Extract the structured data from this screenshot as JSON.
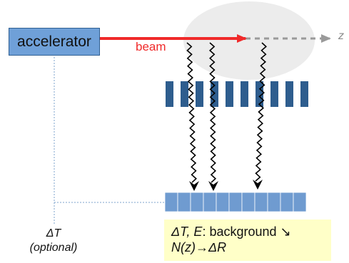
{
  "accelerator": {
    "label": "accelerator"
  },
  "beam": {
    "label": "beam",
    "color": "#f02a2a"
  },
  "axis": {
    "label": "z",
    "color": "#9a9a9a"
  },
  "trigger": {
    "label": "ΔT",
    "sublabel": "(optional)"
  },
  "note": {
    "line1_italic": "ΔT, E",
    "line1_rest": ": background ↘",
    "line2_italic": "N(z)",
    "line2_arrow": "→",
    "line2_end": "ΔR",
    "background": "#ffffc8"
  },
  "colors": {
    "shielding": "#2e5d8e",
    "detector": "#6f9bd0",
    "accelerator": "#6fa0d8",
    "interaction_region": "#e9e9e9"
  }
}
